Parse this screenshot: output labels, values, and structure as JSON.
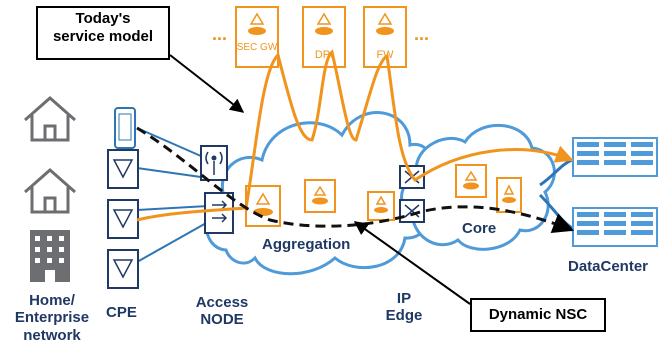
{
  "callouts": {
    "todays_model": "Today's\nservice model",
    "dynamic_nsc": "Dynamic NSC"
  },
  "service_boxes": {
    "sec_gw": "SEC GW",
    "dpi": "DPI",
    "fw": "FW",
    "ellipsis_left": "...",
    "ellipsis_right": "..."
  },
  "labels": {
    "home_enterprise": "Home/\nEnterprise\nnetwork",
    "cpe": "CPE",
    "access_node": "Access\nNODE",
    "aggregation": "Aggregation",
    "ip_edge": "IP\nEdge",
    "core": "Core",
    "datacenter": "DataCenter"
  },
  "colors": {
    "accent_orange": "#f0941e",
    "link_blue": "#2e75b6",
    "cloud_blue": "#4f9ad8",
    "label_navy": "#1f3864",
    "icon_gray": "#6d6e71"
  },
  "icons": [
    "house-icon",
    "building-icon",
    "smartphone-icon",
    "modem-icon",
    "antenna-icon",
    "router-icon",
    "server-rack-icon"
  ]
}
